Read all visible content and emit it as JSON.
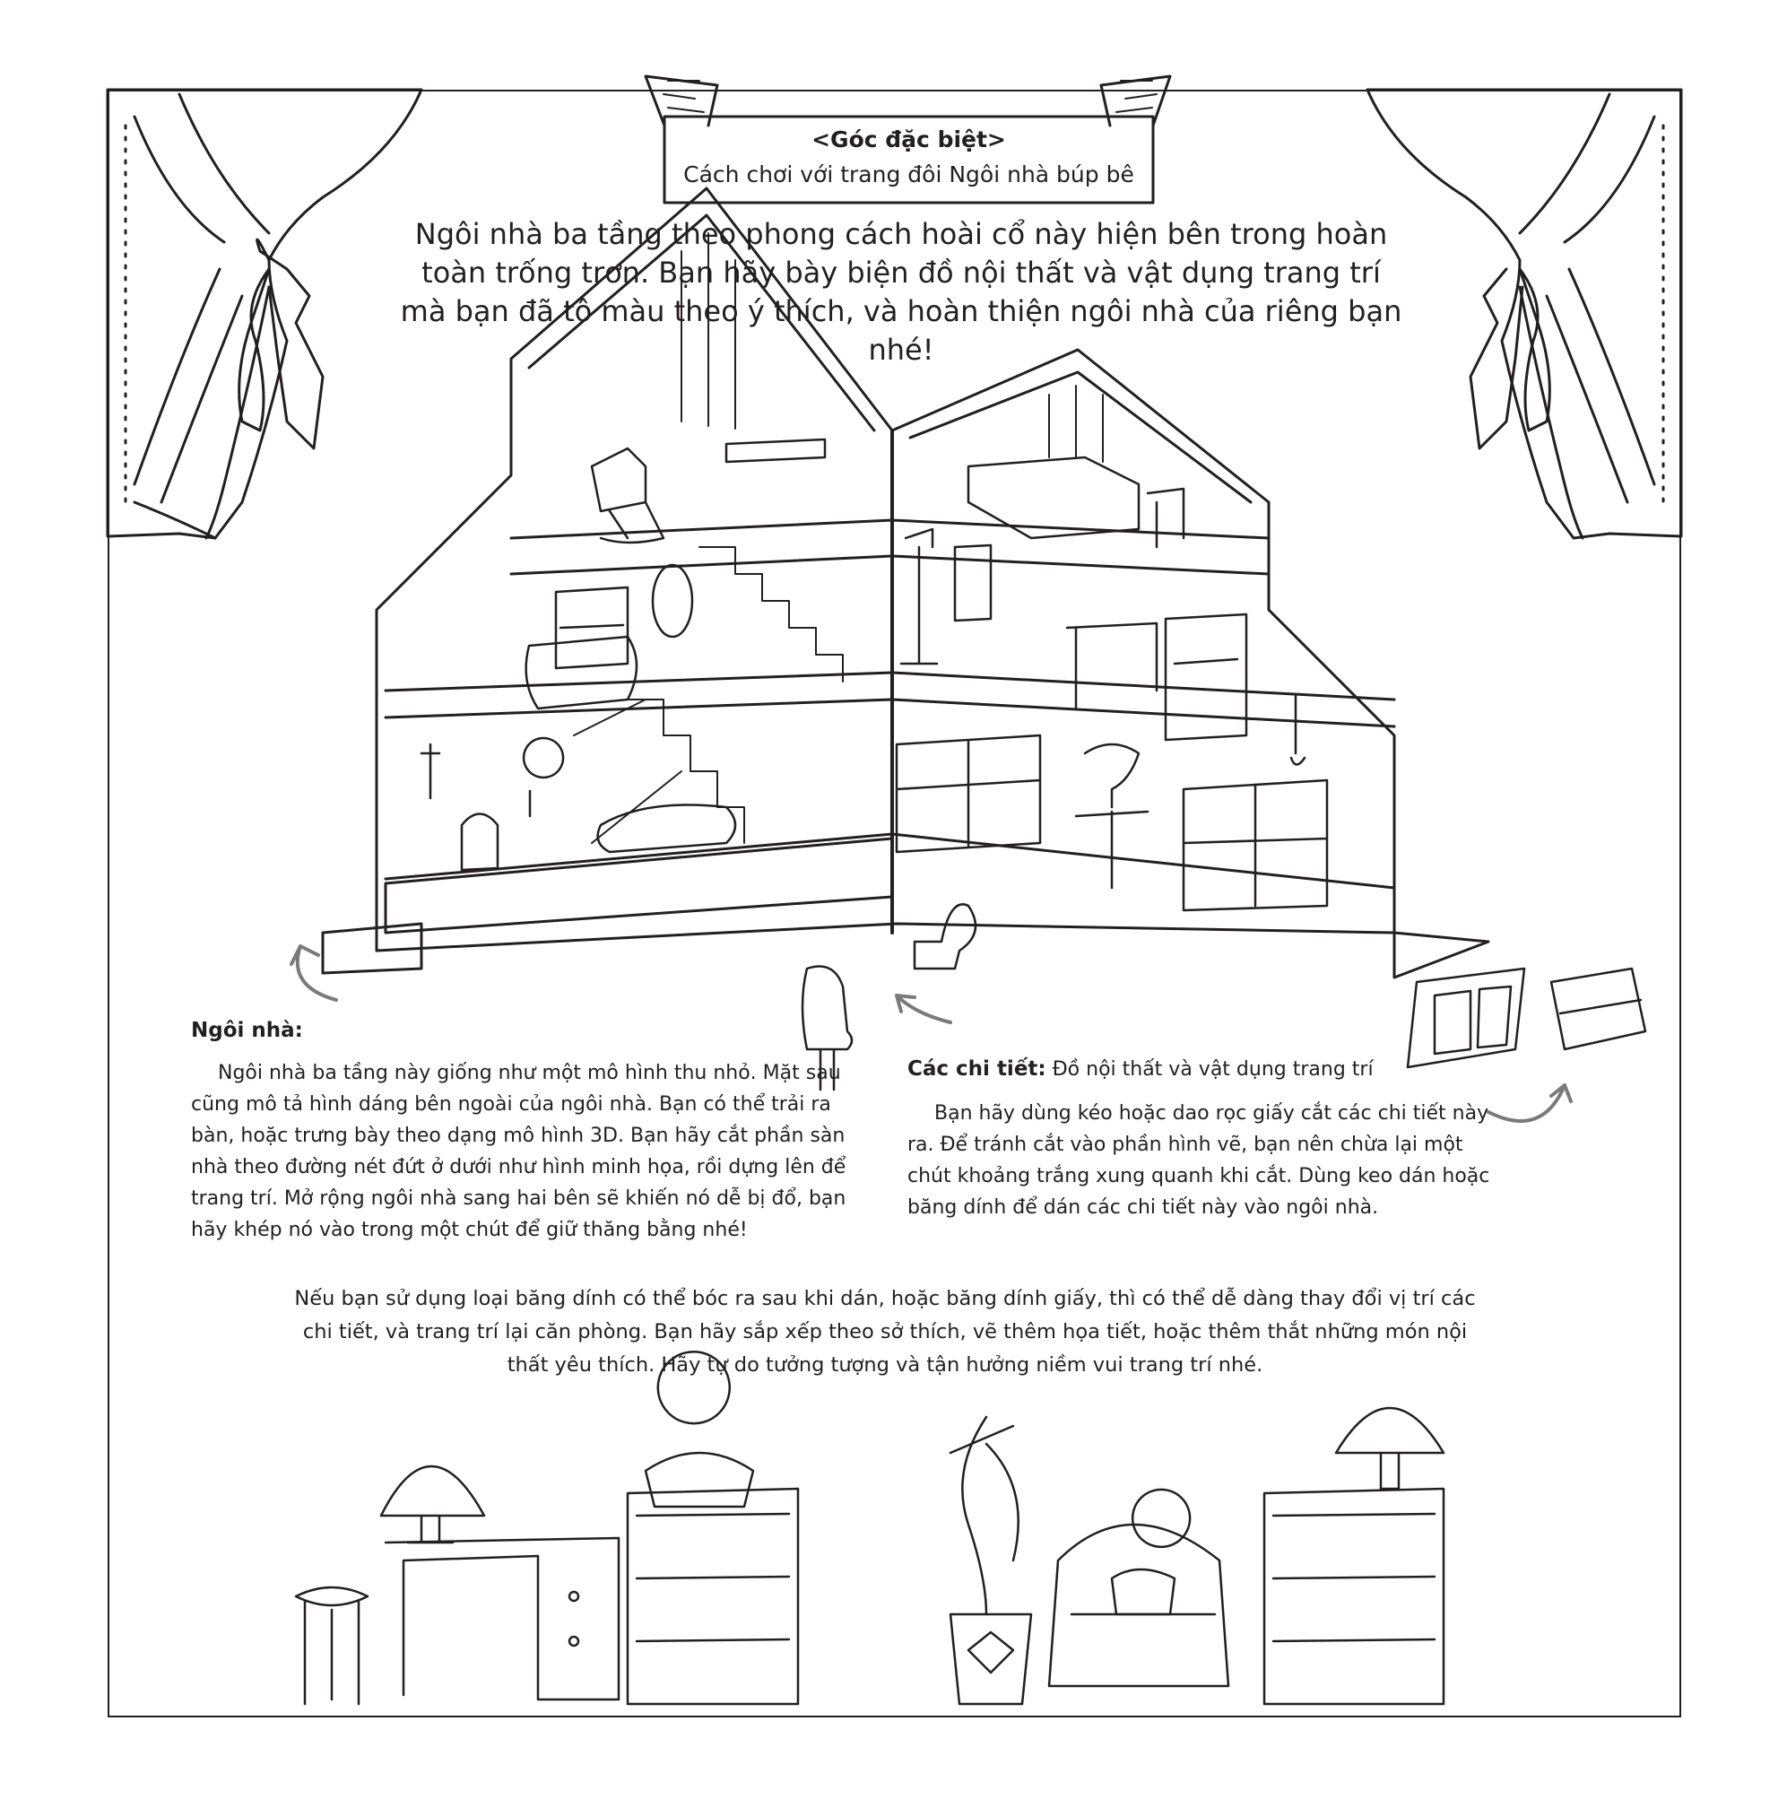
{
  "banner": {
    "title": "<Góc đặc biệt>",
    "subtitle": "Cách chơi với trang đôi Ngôi nhà búp bê"
  },
  "intro": {
    "text": "Ngôi nhà ba tầng theo phong cách hoài cổ này hiện bên trong hoàn toàn trống trơn. Bạn hãy bày biện đồ nội thất và vật dụng trang trí mà bạn đã tô màu theo ý thích, và hoàn thiện ngôi nhà của riêng bạn nhé!"
  },
  "house_section": {
    "heading": "Ngôi nhà:",
    "body": "Ngôi nhà ba tầng này giống như một mô hình thu nhỏ. Mặt sau cũng mô tả hình dáng bên ngoài của ngôi nhà. Bạn có thể trải ra bàn, hoặc trưng bày theo dạng mô hình 3D. Bạn hãy cắt phần sàn nhà theo đường nét đứt ở dưới như hình minh họa, rồi dựng lên để trang trí. Mở rộng ngôi nhà sang hai bên sẽ khiến nó dễ bị đổ, bạn hãy khép nó vào trong một chút để giữ thăng bằng nhé!"
  },
  "parts_section": {
    "heading": "Các chi tiết:",
    "heading_desc": "Đồ nội thất và vật dụng trang trí",
    "body": "Bạn hãy dùng kéo hoặc dao rọc giấy cắt các chi tiết này ra. Để tránh cắt vào phần hình vẽ, bạn nên chừa lại một chút khoảng trắng xung quanh khi cắt. Dùng keo dán hoặc băng dính để dán các chi tiết này vào ngôi nhà."
  },
  "bottom_note": {
    "text": "Nếu bạn sử dụng loại băng dính có thể bóc ra sau khi dán, hoặc băng dính giấy, thì có thể dễ dàng thay đổi vị trí các chi tiết, và trang trí lại căn phòng. Bạn hãy sắp xếp theo sở thích, vẽ thêm họa tiết, hoặc thêm thắt những món nội thất yêu thích. Hãy tự do tưởng tượng và tận hưởng niềm vui trang trí nhé."
  },
  "colors": {
    "ink": "#231f20",
    "arrow": "#7a7a7a",
    "paper": "#ffffff"
  }
}
